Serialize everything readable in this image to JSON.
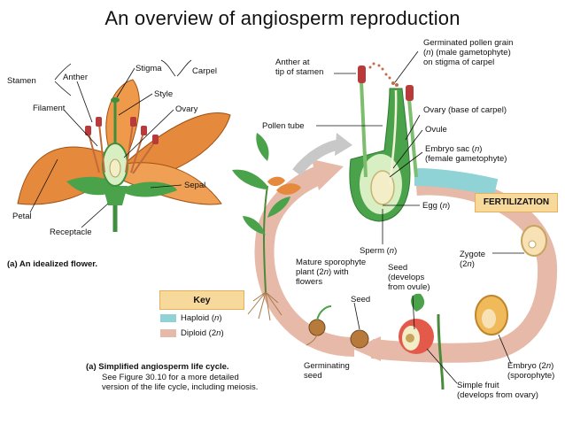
{
  "title": "An overview of angiosperm reproduction",
  "flower_labels": {
    "stamen": "Stamen",
    "anther": "Anther",
    "stigma": "Stigma",
    "carpel": "Carpel",
    "style": "Style",
    "filament": "Filament",
    "ovary": "Ovary",
    "sepal": "Sepal",
    "petal": "Petal",
    "receptacle": "Receptacle",
    "caption_a": "(a)  An idealized flower."
  },
  "cycle_labels": {
    "anther_tip_1": "Anther at",
    "anther_tip_2": "tip of stamen",
    "germ_pollen_1": "Germinated pollen grain",
    "germ_pollen_2a": "(",
    "germ_pollen_2n": "n",
    "germ_pollen_2b": ") (male gametophyte)",
    "germ_pollen_3": "on stigma of carpel",
    "pollen_tube": "Pollen tube",
    "ovary_base": "Ovary (base of carpel)",
    "ovule": "Ovule",
    "embryo_sac_a": "Embryo sac (",
    "embryo_sac_n": "n",
    "embryo_sac_b": ")",
    "female_gam": "(female gametophyte)",
    "egg_a": "Egg (",
    "egg_n": "n",
    "egg_b": ")",
    "fertilization": "FERTILIZATION",
    "sperm_a": "Sperm (",
    "sperm_n": "n",
    "sperm_b": ")",
    "zygote": "Zygote",
    "zygote_ploidy_a": "(2",
    "zygote_ploidy_n": "n",
    "zygote_ploidy_b": ")",
    "mature_1": "Mature sporophyte",
    "mature_2a": "plant (2",
    "mature_2n": "n",
    "mature_2b": ") with",
    "mature_3": "flowers",
    "seed_dev_1": "Seed",
    "seed_dev_2": "(develops",
    "seed_dev_3": "from ovule)",
    "seed": "Seed",
    "germinating_1": "Germinating",
    "germinating_2": "seed",
    "embryo_a": "Embryo (2",
    "embryo_n": "n",
    "embryo_b": ")",
    "sporophyte": "(sporophyte)",
    "simple_fruit_1": "Simple fruit",
    "simple_fruit_2": "(develops from ovary)"
  },
  "key": {
    "title": "Key",
    "haploid_a": "Haploid (",
    "haploid_n": "n",
    "haploid_b": ")",
    "diploid_a": "Diploid (2",
    "diploid_n": "n",
    "diploid_b": ")",
    "haploid_color": "#8fd3d6",
    "diploid_color": "#e7b9a8"
  },
  "caption_b": {
    "line1": "(a)  Simplified angiosperm life cycle.",
    "line2": "See Figure 30.10 for a more detailed",
    "line3": "version of the life cycle, including meiosis."
  }
}
